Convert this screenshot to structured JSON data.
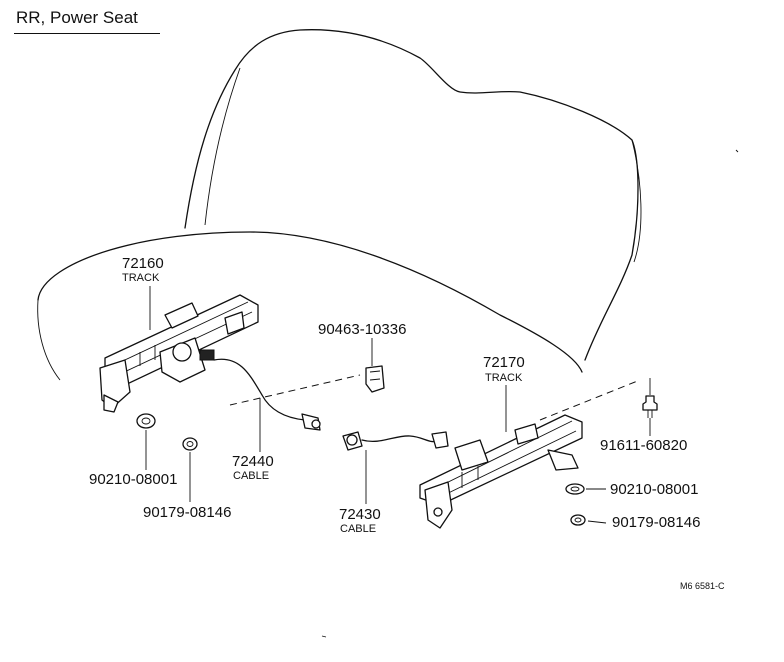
{
  "title": "RR, Power Seat",
  "figure_code": "M6 6581-C",
  "parts": {
    "track_left": {
      "number": "72160",
      "name": "TRACK"
    },
    "track_right": {
      "number": "72170",
      "name": "TRACK"
    },
    "cable_left": {
      "number": "72440",
      "name": "CABLE"
    },
    "cable_right": {
      "number": "72430",
      "name": "CABLE"
    },
    "clip": {
      "number": "90463-10336"
    },
    "bolt": {
      "number": "91611-60820"
    },
    "nut_left": {
      "number": "90210-08001"
    },
    "washer_left": {
      "number": "90179-08146"
    },
    "nut_right": {
      "number": "90210-08001"
    },
    "washer_right": {
      "number": "90179-08146"
    }
  }
}
